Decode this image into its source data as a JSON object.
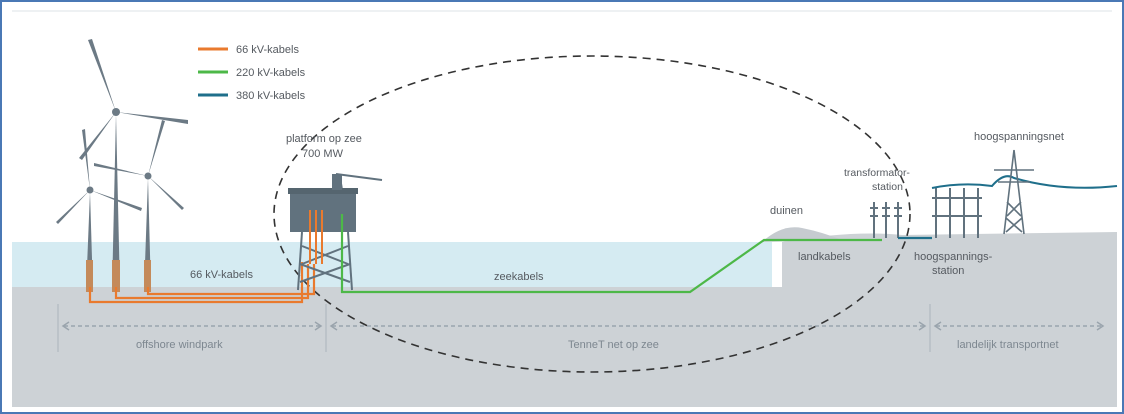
{
  "legend": [
    {
      "label": "66 kV-kabels",
      "color": "#e97a2e"
    },
    {
      "label": "220 kV-kabels",
      "color": "#4db848"
    },
    {
      "label": "380 kV-kabels",
      "color": "#1f6f8b"
    }
  ],
  "labels": {
    "platform_line1": "platform op zee",
    "platform_line2": "700 MW",
    "cables_66kv": "66 kV-kabels",
    "zeekabels": "zeekabels",
    "duinen": "duinen",
    "landkabels": "landkabels",
    "transformator_line1": "transformator-",
    "transformator_line2": "station",
    "hoogspanningsnet": "hoogspanningsnet",
    "hs_station_line1": "hoogspannings-",
    "hs_station_line2": "station"
  },
  "zones": {
    "offshore": "offshore windpark",
    "tennet": "TenneT net op zee",
    "landelijk": "landelijk transportnet"
  },
  "colors": {
    "frame": "#4a78b5",
    "sky": "#ffffff",
    "sea": "#d5ebf2",
    "seabed": "#cdd2d6",
    "turbine": "#6c7a85",
    "platform": "#61727e",
    "dashed_ellipse": "#333333"
  },
  "icons": [
    "wind-turbine-icon",
    "offshore-platform-icon",
    "transformer-icon",
    "pylon-icon",
    "dune-icon"
  ]
}
